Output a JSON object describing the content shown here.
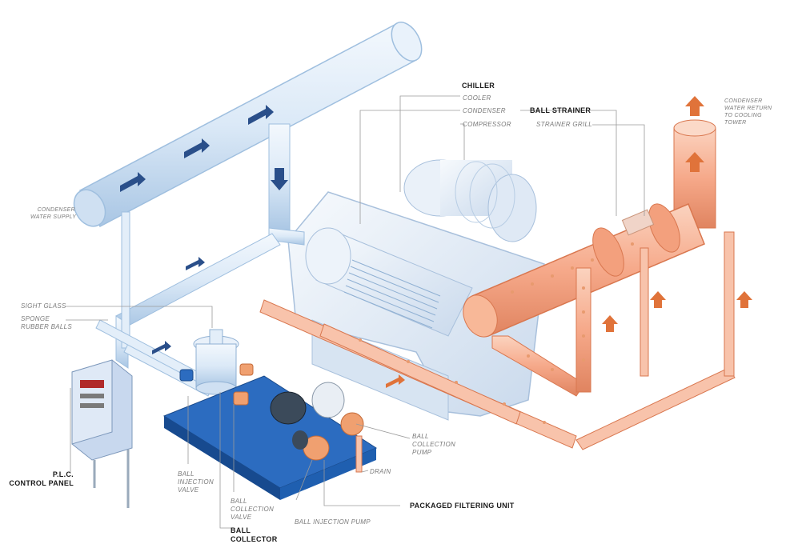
{
  "labels": {
    "chiller": "CHILLER",
    "cooler": "COOLER",
    "condenser": "CONDENSER",
    "compressor": "COMPRESSOR",
    "ball_strainer": "BALL STRAINER",
    "strainer_grill": "STRAINER GRILL",
    "condenser_return_1": "CONDENSER",
    "condenser_return_2": "WATER RETURN",
    "condenser_return_3": "TO COOLING",
    "condenser_return_4": "TOWER",
    "condenser_supply_1": "CONDENSER",
    "condenser_supply_2": "WATER SUPPLY",
    "sight_glass": "SIGHT GLASS",
    "sponge_1": "SPONGE",
    "sponge_2": "RUBBER BALLS",
    "plc_1": "P.L.C.",
    "plc_2": "CONTROL PANEL",
    "ball_injection_valve_1": "BALL",
    "ball_injection_valve_2": "INJECTION",
    "ball_injection_valve_3": "VALVE",
    "ball_collection_valve_1": "BALL",
    "ball_collection_valve_2": "COLLECTION",
    "ball_collection_valve_3": "VALVE",
    "ball_collector_1": "BALL",
    "ball_collector_2": "COLLECTOR",
    "ball_injection_pump": "BALL INJECTION PUMP",
    "packaged_filtering_unit": "PACKAGED FILTERING UNIT",
    "ball_collection_pump_1": "BALL",
    "ball_collection_pump_2": "COLLECTION",
    "ball_collection_pump_3": "PUMP",
    "drain": "DRAIN"
  },
  "colors": {
    "cold_pipe": "#dbe9f7",
    "cold_pipe_edge": "#9fbfdf",
    "hot_pipe": "#f6a98a",
    "hot_pipe_edge": "#d9774f",
    "skid": "#1f5fb0",
    "panel": "#c8d8ee",
    "chiller_body": "#e6eef8",
    "arrow_blue": "#2a4f8a",
    "arrow_orange": "#e0733a",
    "leader": "#9a9a9a"
  }
}
